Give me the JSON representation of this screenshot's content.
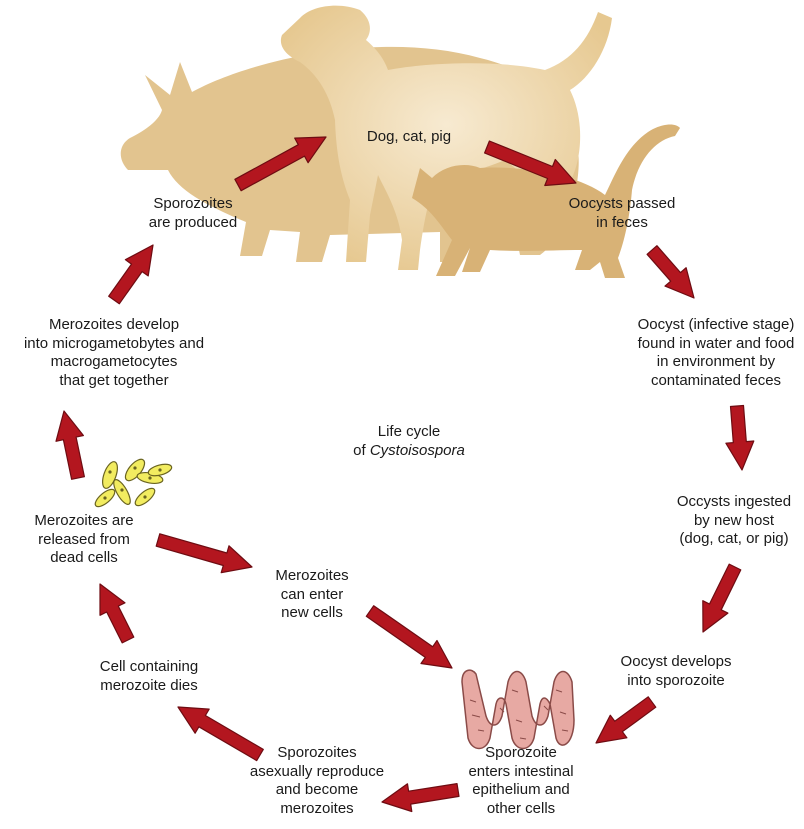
{
  "labels": {
    "hosts": [
      "Dog, cat, pig"
    ],
    "oocysts_passed": [
      "Oocysts passed",
      "in feces"
    ],
    "oocyst_infective": [
      "Oocyst (infective stage)",
      "found in water and food",
      "in environment by",
      "contaminated feces"
    ],
    "oocysts_ingested": [
      "Occysts ingested",
      "by new host",
      "(dog, cat, or pig)"
    ],
    "oocyst_develops": [
      "Oocyst develops",
      "into sporozoite"
    ],
    "sporozoite_enters": [
      "Sporozoite",
      "enters intestinal",
      "epithelium and",
      "other cells"
    ],
    "sporozoites_reproduce": [
      "Sporozoites",
      "asexually reproduce",
      "and become",
      "merozoites"
    ],
    "cell_dies": [
      "Cell containing",
      "merozoite dies"
    ],
    "merozoites_enter": [
      "Merozoites",
      "can enter",
      "new cells"
    ],
    "merozoites_released": [
      "Merozoites are",
      "released from",
      "dead cells"
    ],
    "merozoites_develop": [
      "Merozoites develop",
      "into microgametobytes and",
      "macrogametocytes",
      "that get together"
    ],
    "sporozoites_produced": [
      "Sporozoites",
      "are produced"
    ]
  },
  "title": {
    "line1": "Life cycle",
    "line2_prefix": "of ",
    "line2_genus": "Cystoisospora"
  },
  "colors": {
    "arrow_fill": "#b3161f",
    "arrow_stroke": "#6e0c12",
    "pig": "#e2c48f",
    "dog": "#ecd4a5",
    "cat": "#d8b276",
    "intestine_fill": "#e7a9a3",
    "intestine_stroke": "#8a4b48",
    "merozoite_fill": "#f2ec60",
    "merozoite_stroke": "#6a6420"
  },
  "icons": [
    "pig-silhouette",
    "dog-silhouette",
    "cat-silhouette",
    "intestine-icon",
    "merozoites-icon"
  ]
}
